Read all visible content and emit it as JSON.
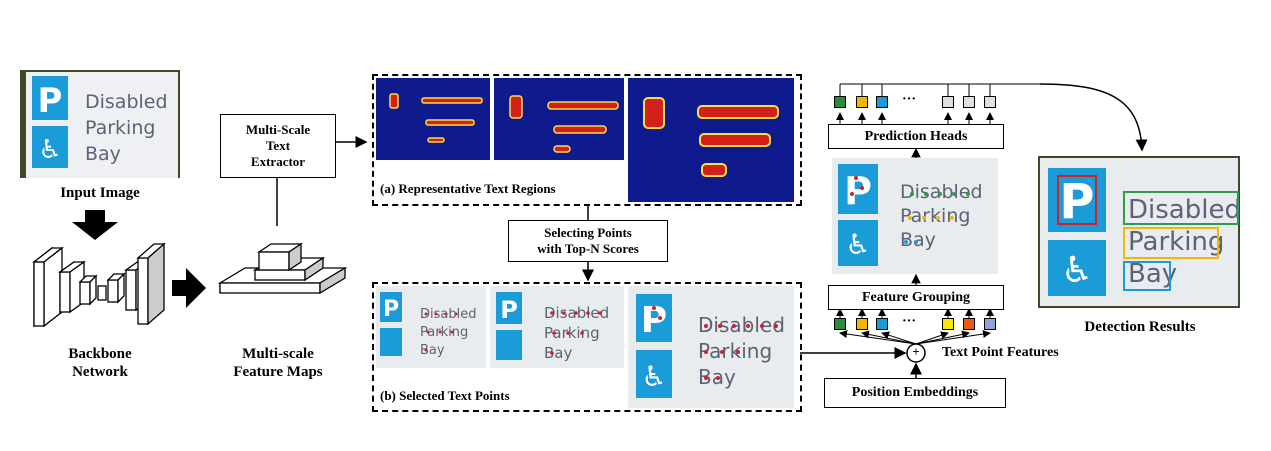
{
  "input": {
    "title": "Input Image",
    "sign_lines": [
      "Disabled",
      "Parking",
      "Bay"
    ],
    "sign_letter": "P"
  },
  "backbone": {
    "line1": "Backbone",
    "line2": "Network"
  },
  "feature_maps": {
    "line1": "Multi-scale",
    "line2": "Feature Maps"
  },
  "extractor": {
    "line1": "Multi-Scale",
    "line2": "Text",
    "line3": "Extractor"
  },
  "regions_caption": "(a) Representative Text Regions",
  "selecting": {
    "line1": "Selecting Points",
    "line2": "with Top-N Scores"
  },
  "points_caption": "(b) Selected Text Points",
  "prediction_heads": "Prediction Heads",
  "feature_grouping": "Feature Grouping",
  "text_point_features": "Text Point Features",
  "position_embeddings": "Position Embeddings",
  "ellipsis": "···",
  "plus": "+",
  "detection": {
    "title": "Detection Results"
  },
  "colors": {
    "sign_blue": "#1b9bd7",
    "top_squares": [
      "#2e8b3d",
      "#f2b705",
      "#1b9bd7",
      "#ffffff",
      "#e0e0e0",
      "#e0e0e0",
      "#e0e0e0"
    ],
    "bottom_squares": [
      "#2e8b3d",
      "#f2b705",
      "#1b9bd7",
      "#ffffff",
      "#f5ea00",
      "#ef5a11",
      "#8fa3d6"
    ],
    "box_green": "#2e9a4a",
    "box_yellow": "#f2b705",
    "box_blue": "#1b9bd7",
    "box_red": "#d0202a",
    "heat_bg": "#0f1a8c",
    "heat_hot": "#d4201c"
  }
}
